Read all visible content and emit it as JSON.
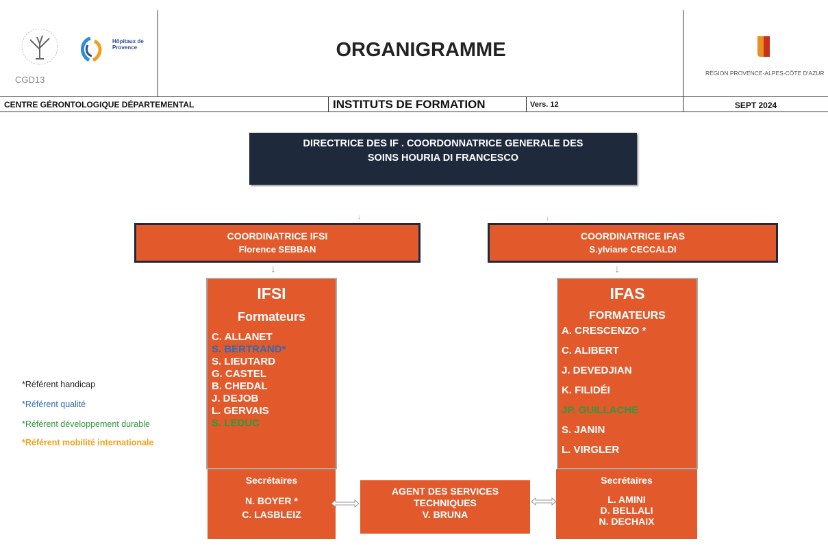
{
  "header": {
    "logo_cgd_text": "CGD13",
    "logo_hopitaux_text": "Hôpitaux de Provence",
    "title": "ORGANIGRAMME",
    "region_text": "RÉGION PROVENCE-ALPES-CÔTE D'AZUR",
    "left_label": "CENTRE GÉRONTOLOGIQUE DÉPARTEMENTAL",
    "center_label": "INSTITUTS DE FORMATION",
    "version": "Vers. 12",
    "date": "SEPT 2024"
  },
  "director": {
    "line1": "DIRECTRICE DES IF . COORDONNATRICE GENERALE DES",
    "line2": "SOINS HOURIA DI FRANCESCO"
  },
  "coord_ifsi": {
    "title": "COORDINATRICE IFSI",
    "name": "Florence SEBBAN"
  },
  "coord_ifas": {
    "title": "COORDINATRICE IFAS",
    "name": "S.ylviane CECCALDI"
  },
  "ifsi": {
    "title": "IFSI",
    "subtitle": "Formateurs",
    "trainers": [
      {
        "name": "C. ALLANET",
        "color": "#ffffff"
      },
      {
        "name": "S. BERTRAND*",
        "color": "#2e6ab8"
      },
      {
        "name": "S. LIEUTARD",
        "color": "#ffffff"
      },
      {
        "name": "G. CASTEL",
        "color": "#ffffff"
      },
      {
        "name": "B. CHEDAL",
        "color": "#ffffff"
      },
      {
        "name": "J. DEJOB",
        "color": "#ffffff"
      },
      {
        "name": "L. GERVAIS",
        "color": "#ffffff"
      },
      {
        "name": "S. LEDUC",
        "color": "#2e9a3c"
      }
    ],
    "secretaries_title": "Secrétaires",
    "secretaries": [
      "N. BOYER *",
      "C. LASBLEIZ"
    ]
  },
  "ifas": {
    "title": "IFAS",
    "subtitle": "FORMATEURS",
    "trainers": [
      {
        "name": "A. CRESCENZO *",
        "color": "#ffffff"
      },
      {
        "name": "C. ALIBERT",
        "color": "#ffffff"
      },
      {
        "name": "J. DEVEDJIAN",
        "color": "#ffffff"
      },
      {
        "name": "K. FILIDÉI",
        "color": "#ffffff"
      },
      {
        "name": "JP. GUILLACHE",
        "color": "#2e9a3c"
      },
      {
        "name": "S. JANIN",
        "color": "#ffffff"
      },
      {
        "name": "L. VIRGLER",
        "color": "#ffffff"
      }
    ],
    "secretaries_title": "Secrétaires",
    "secretaries": [
      "L. AMINI",
      "D. BELLALI",
      "N. DECHAIX"
    ]
  },
  "agent": {
    "line1": "AGENT DES SERVICES",
    "line2": "TECHNIQUES",
    "name": "V. BRUNA"
  },
  "legend": [
    {
      "text": "*Référent handicap",
      "color": "#222222"
    },
    {
      "text": "*Référent qualité",
      "color": "#2e6ab8"
    },
    {
      "text": "*Référent développement durable",
      "color": "#2e9a3c"
    },
    {
      "text": "*Référent mobilité internationale",
      "color": "#f0a020"
    }
  ],
  "colors": {
    "box_orange": "#e25a2b",
    "box_navy": "#1e2a3c"
  }
}
